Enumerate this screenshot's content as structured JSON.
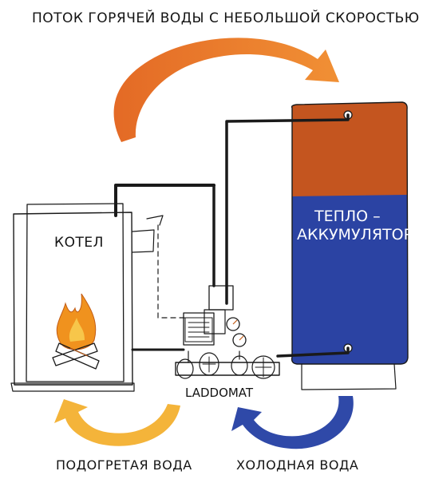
{
  "top_caption": "ПОТОК ГОРЯЧЕЙ ВОДЫ С НЕБОЛЬШОЙ СКОРОСТЬЮ",
  "boiler": {
    "label": "КОТЕЛ"
  },
  "accumulator": {
    "label_line1": "ТЕПЛО –",
    "label_line2": "АККУМУЛЯТОР"
  },
  "valve": {
    "label": "LADDOMAT"
  },
  "bottom_left_caption": "ПОДОГРЕТАЯ ВОДА",
  "bottom_right_caption": "ХОЛОДНАЯ ВОДА",
  "colors": {
    "hot_arrow": "#e8701f",
    "warm_arrow": "#f4b43a",
    "cold_arrow": "#2f49a8",
    "tank_hot": "#c4551f",
    "tank_cold": "#2b43a3",
    "flame": "#f0921e"
  },
  "icons": [
    "flame-icon",
    "firewood-icon",
    "gauge-icon",
    "pump-icon"
  ]
}
